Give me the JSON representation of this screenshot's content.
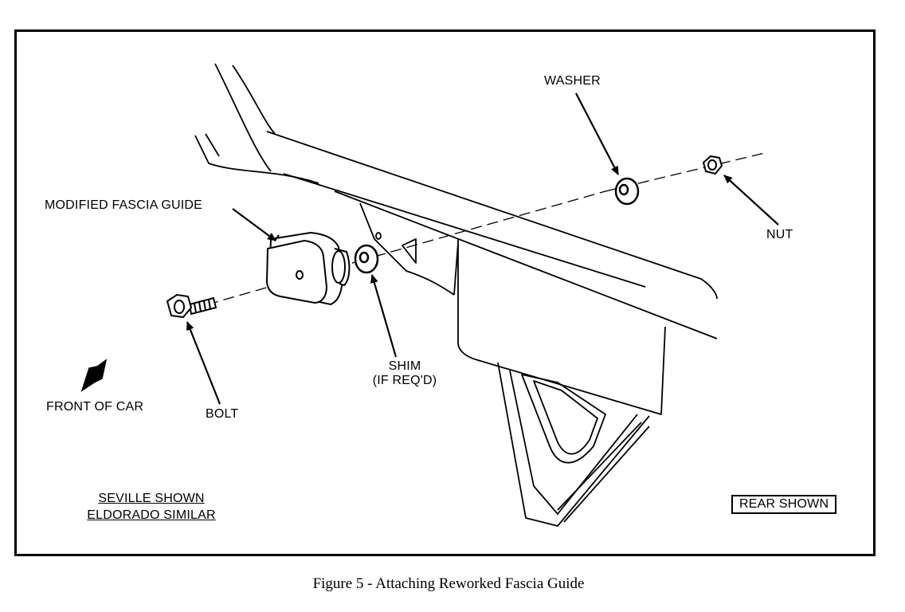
{
  "labels": {
    "washer": "WASHER",
    "nut": "NUT",
    "modified_fascia_guide": "MODIFIED FASCIA GUIDE",
    "shim": "SHIM",
    "shim_note": "(IF REQ'D)",
    "bolt": "BOLT",
    "front_of_car": "FRONT OF CAR"
  },
  "notes": {
    "seville_shown": "SEVILLE SHOWN",
    "eldorado_similar": "ELDORADO SIMILAR",
    "rear_shown": "REAR SHOWN"
  },
  "caption": "Figure 5 - Attaching Reworked Fascia Guide"
}
